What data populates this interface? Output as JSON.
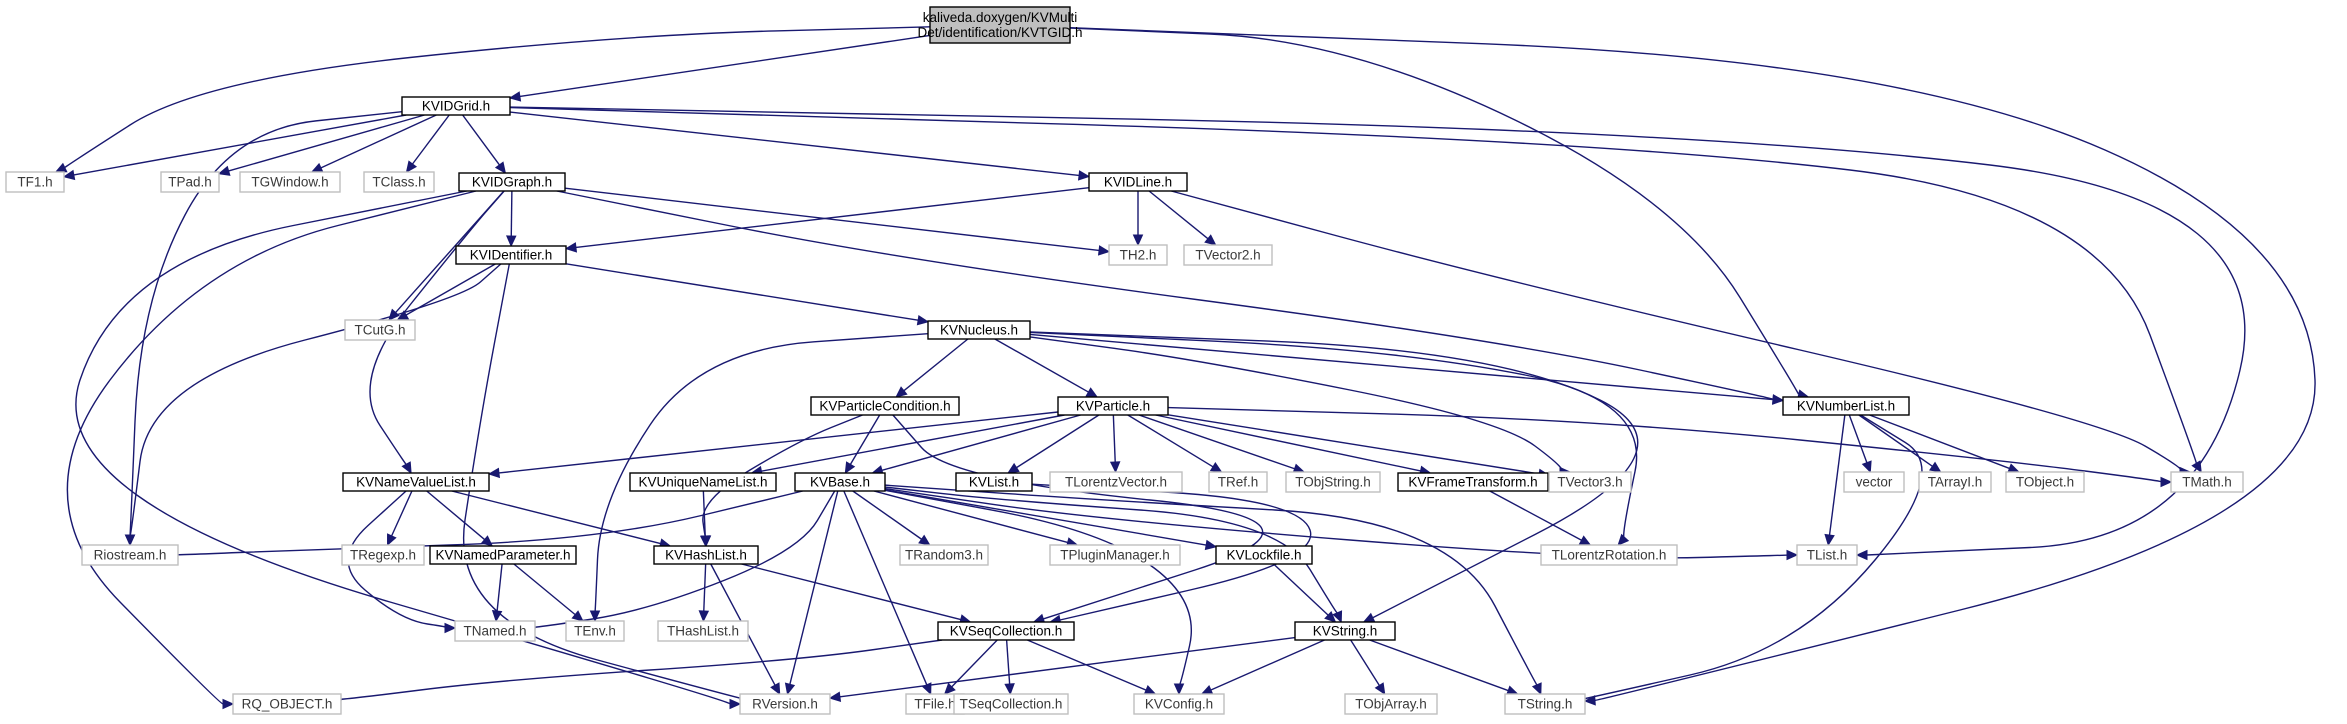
{
  "graph": {
    "nodes": [
      {
        "id": "kvtgid",
        "label": [
          "kaliveda.doxygen/KVMulti",
          "Det/identification/KVTGID.h"
        ],
        "kind": "root"
      },
      {
        "id": "kvidgrid",
        "label": [
          "KVIDGrid.h"
        ],
        "kind": "local"
      },
      {
        "id": "tf1",
        "label": [
          "TF1.h"
        ],
        "kind": "sys"
      },
      {
        "id": "tpad",
        "label": [
          "TPad.h"
        ],
        "kind": "sys"
      },
      {
        "id": "tgwindow",
        "label": [
          "TGWindow.h"
        ],
        "kind": "sys"
      },
      {
        "id": "tclass",
        "label": [
          "TClass.h"
        ],
        "kind": "sys"
      },
      {
        "id": "kvidgraph",
        "label": [
          "KVIDGraph.h"
        ],
        "kind": "local"
      },
      {
        "id": "kvidline",
        "label": [
          "KVIDLine.h"
        ],
        "kind": "local"
      },
      {
        "id": "th2",
        "label": [
          "TH2.h"
        ],
        "kind": "sys"
      },
      {
        "id": "tvector2",
        "label": [
          "TVector2.h"
        ],
        "kind": "sys"
      },
      {
        "id": "kvidentifier",
        "label": [
          "KVIDentifier.h"
        ],
        "kind": "local"
      },
      {
        "id": "tcutg",
        "label": [
          "TCutG.h"
        ],
        "kind": "sys"
      },
      {
        "id": "kvnucleus",
        "label": [
          "KVNucleus.h"
        ],
        "kind": "local"
      },
      {
        "id": "kvparticlecondition",
        "label": [
          "KVParticleCondition.h"
        ],
        "kind": "local"
      },
      {
        "id": "kvparticle",
        "label": [
          "KVParticle.h"
        ],
        "kind": "local"
      },
      {
        "id": "kvnumberlist",
        "label": [
          "KVNumberList.h"
        ],
        "kind": "local"
      },
      {
        "id": "kvnamevaluelist",
        "label": [
          "KVNameValueList.h"
        ],
        "kind": "local"
      },
      {
        "id": "kvuniquenamelist",
        "label": [
          "KVUniqueNameList.h"
        ],
        "kind": "local"
      },
      {
        "id": "kvbase",
        "label": [
          "KVBase.h"
        ],
        "kind": "local"
      },
      {
        "id": "kvlist",
        "label": [
          "KVList.h"
        ],
        "kind": "local"
      },
      {
        "id": "tlorentzvector",
        "label": [
          "TLorentzVector.h"
        ],
        "kind": "sys"
      },
      {
        "id": "tref",
        "label": [
          "TRef.h"
        ],
        "kind": "sys"
      },
      {
        "id": "tobjstring",
        "label": [
          "TObjString.h"
        ],
        "kind": "sys"
      },
      {
        "id": "kvframetransform",
        "label": [
          "KVFrameTransform.h"
        ],
        "kind": "local"
      },
      {
        "id": "tvector3",
        "label": [
          "TVector3.h"
        ],
        "kind": "sys"
      },
      {
        "id": "vector",
        "label": [
          "vector"
        ],
        "kind": "sys"
      },
      {
        "id": "tarrayi",
        "label": [
          "TArrayI.h"
        ],
        "kind": "sys"
      },
      {
        "id": "tobject",
        "label": [
          "TObject.h"
        ],
        "kind": "sys"
      },
      {
        "id": "tmath",
        "label": [
          "TMath.h"
        ],
        "kind": "sys"
      },
      {
        "id": "riostream",
        "label": [
          "Riostream.h"
        ],
        "kind": "sys"
      },
      {
        "id": "tregexp",
        "label": [
          "TRegexp.h"
        ],
        "kind": "sys"
      },
      {
        "id": "kvnamedparameter",
        "label": [
          "KVNamedParameter.h"
        ],
        "kind": "local"
      },
      {
        "id": "kvhashlist",
        "label": [
          "KVHashList.h"
        ],
        "kind": "local"
      },
      {
        "id": "trandom3",
        "label": [
          "TRandom3.h"
        ],
        "kind": "sys"
      },
      {
        "id": "tpluginmanager",
        "label": [
          "TPluginManager.h"
        ],
        "kind": "sys"
      },
      {
        "id": "kvlockfile",
        "label": [
          "KVLockfile.h"
        ],
        "kind": "local"
      },
      {
        "id": "tlorentzrotation",
        "label": [
          "TLorentzRotation.h"
        ],
        "kind": "sys"
      },
      {
        "id": "tlist",
        "label": [
          "TList.h"
        ],
        "kind": "sys"
      },
      {
        "id": "tnamed",
        "label": [
          "TNamed.h"
        ],
        "kind": "sys"
      },
      {
        "id": "tenv",
        "label": [
          "TEnv.h"
        ],
        "kind": "sys"
      },
      {
        "id": "thashlist",
        "label": [
          "THashList.h"
        ],
        "kind": "sys"
      },
      {
        "id": "kvseqcollection",
        "label": [
          "KVSeqCollection.h"
        ],
        "kind": "local"
      },
      {
        "id": "kvstring",
        "label": [
          "KVString.h"
        ],
        "kind": "local"
      },
      {
        "id": "rq_object",
        "label": [
          "RQ_OBJECT.h"
        ],
        "kind": "sys"
      },
      {
        "id": "rversion",
        "label": [
          "RVersion.h"
        ],
        "kind": "sys"
      },
      {
        "id": "tfile",
        "label": [
          "TFile.h"
        ],
        "kind": "sys"
      },
      {
        "id": "tseqcollection",
        "label": [
          "TSeqCollection.h"
        ],
        "kind": "sys"
      },
      {
        "id": "kvconfig",
        "label": [
          "KVConfig.h"
        ],
        "kind": "sys"
      },
      {
        "id": "tobjarray",
        "label": [
          "TObjArray.h"
        ],
        "kind": "sys"
      },
      {
        "id": "tstring",
        "label": [
          "TString.h"
        ],
        "kind": "sys"
      }
    ],
    "edges": [
      [
        "kvtgid",
        "kvidgrid"
      ],
      [
        "kvtgid",
        "tf1"
      ],
      [
        "kvtgid",
        "kvnumberlist"
      ],
      [
        "kvtgid",
        "tstring"
      ],
      [
        "kvidgrid",
        "tf1"
      ],
      [
        "kvidgrid",
        "tpad"
      ],
      [
        "kvidgrid",
        "tgwindow"
      ],
      [
        "kvidgrid",
        "tclass"
      ],
      [
        "kvidgrid",
        "kvidgraph"
      ],
      [
        "kvidgrid",
        "kvidline"
      ],
      [
        "kvidgrid",
        "riostream"
      ],
      [
        "kvidgrid",
        "tmath"
      ],
      [
        "kvidgrid",
        "tlist"
      ],
      [
        "kvidgraph",
        "kvidentifier"
      ],
      [
        "kvidgraph",
        "th2"
      ],
      [
        "kvidgraph",
        "tcutg"
      ],
      [
        "kvidgraph",
        "kvnamevaluelist"
      ],
      [
        "kvidgraph",
        "kvnumberlist"
      ],
      [
        "kvidgraph",
        "rq_object"
      ],
      [
        "kvidgraph",
        "rversion"
      ],
      [
        "kvidline",
        "kvidentifier"
      ],
      [
        "kvidline",
        "th2"
      ],
      [
        "kvidline",
        "tvector2"
      ],
      [
        "kvidline",
        "tmath"
      ],
      [
        "kvidentifier",
        "tcutg"
      ],
      [
        "kvidentifier",
        "kvnucleus"
      ],
      [
        "kvidentifier",
        "riostream"
      ],
      [
        "kvidentifier",
        "rversion"
      ],
      [
        "kvnucleus",
        "kvparticlecondition"
      ],
      [
        "kvnucleus",
        "kvparticle"
      ],
      [
        "kvnucleus",
        "kvnumberlist"
      ],
      [
        "kvnucleus",
        "tenv"
      ],
      [
        "kvnucleus",
        "tvector3"
      ],
      [
        "kvnucleus",
        "tlorentzrotation"
      ],
      [
        "kvnucleus",
        "kvstring"
      ],
      [
        "kvparticlecondition",
        "kvbase"
      ],
      [
        "kvparticlecondition",
        "kvhashlist"
      ],
      [
        "kvparticlecondition",
        "kvseqcollection"
      ],
      [
        "kvparticle",
        "kvnamevaluelist"
      ],
      [
        "kvparticle",
        "kvuniquenamelist"
      ],
      [
        "kvparticle",
        "kvbase"
      ],
      [
        "kvparticle",
        "kvlist"
      ],
      [
        "kvparticle",
        "tlorentzvector"
      ],
      [
        "kvparticle",
        "tref"
      ],
      [
        "kvparticle",
        "tobjstring"
      ],
      [
        "kvparticle",
        "kvframetransform"
      ],
      [
        "kvparticle",
        "tvector3"
      ],
      [
        "kvparticle",
        "tmath"
      ],
      [
        "kvnumberlist",
        "vector"
      ],
      [
        "kvnumberlist",
        "tarrayi"
      ],
      [
        "kvnumberlist",
        "tobject"
      ],
      [
        "kvnumberlist",
        "tlist"
      ],
      [
        "kvnumberlist",
        "tstring"
      ],
      [
        "kvnamevaluelist",
        "tregexp"
      ],
      [
        "kvnamevaluelist",
        "kvnamedparameter"
      ],
      [
        "kvnamevaluelist",
        "kvhashlist"
      ],
      [
        "kvnamevaluelist",
        "tnamed"
      ],
      [
        "kvuniquenamelist",
        "kvhashlist"
      ],
      [
        "kvbase",
        "riostream"
      ],
      [
        "kvbase",
        "trandom3"
      ],
      [
        "kvbase",
        "tpluginmanager"
      ],
      [
        "kvbase",
        "kvlockfile"
      ],
      [
        "kvbase",
        "tlist"
      ],
      [
        "kvbase",
        "tnamed"
      ],
      [
        "kvbase",
        "rversion"
      ],
      [
        "kvbase",
        "tfile"
      ],
      [
        "kvbase",
        "kvconfig"
      ],
      [
        "kvbase",
        "tstring"
      ],
      [
        "kvbase",
        "kvstring"
      ],
      [
        "kvlist",
        "kvseqcollection"
      ],
      [
        "kvframetransform",
        "tlorentzrotation"
      ],
      [
        "kvnamedparameter",
        "tnamed"
      ],
      [
        "kvnamedparameter",
        "tenv"
      ],
      [
        "kvhashlist",
        "thashlist"
      ],
      [
        "kvhashlist",
        "kvseqcollection"
      ],
      [
        "kvhashlist",
        "rversion"
      ],
      [
        "kvlockfile",
        "kvstring"
      ],
      [
        "kvseqcollection",
        "rq_object"
      ],
      [
        "kvseqcollection",
        "tfile"
      ],
      [
        "kvseqcollection",
        "tseqcollection"
      ],
      [
        "kvseqcollection",
        "kvconfig"
      ],
      [
        "kvstring",
        "rversion"
      ],
      [
        "kvstring",
        "kvconfig"
      ],
      [
        "kvstring",
        "tobjarray"
      ],
      [
        "kvstring",
        "tstring"
      ]
    ]
  }
}
